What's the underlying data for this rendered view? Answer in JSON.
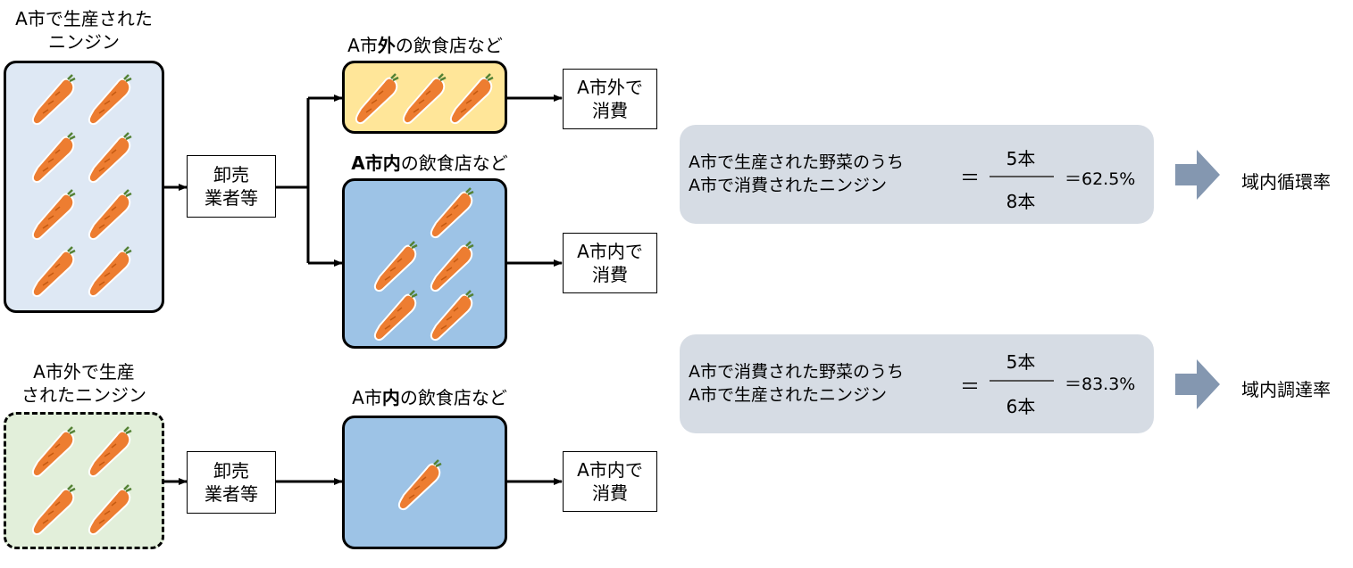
{
  "captions": {
    "a_city_carrots_l1": "A市で生産された",
    "a_city_carrots_l2": "ニンジン",
    "outside_carrots_l1": "A市外で生産",
    "outside_carrots_l2": "されたニンジン",
    "rest_outside_pre": "A市",
    "rest_outside_bold": "外",
    "rest_outside_post": "の飲食店など",
    "rest_inside_bold": "A市内",
    "rest_inside_post": "の飲食店など",
    "rest_inside2_pre": "A市",
    "rest_inside2_bold": "内",
    "rest_inside2_post": "の飲食店など"
  },
  "nodes": {
    "wholesaler_l1": "卸売",
    "wholesaler_l2": "業者等",
    "consume_outside_l1": "A市外で",
    "consume_outside_l2": "消費",
    "consume_inside_l1": "A市内で",
    "consume_inside_l2": "消費"
  },
  "formula1": {
    "line1": "A市で生産された野菜のうち",
    "line2": "A市で消費されたニンジン",
    "eq": "＝",
    "numerator": "5本",
    "denominator": "8本",
    "result": "＝62.5%",
    "rate_label": "域内循環率"
  },
  "formula2": {
    "line1": "A市で消費された野菜のうち",
    "line2": "A市で生産されたニンジン",
    "eq": "＝",
    "numerator": "5本",
    "denominator": "6本",
    "result": "＝83.3%",
    "rate_label": "域内調達率"
  },
  "colors": {
    "box_a_city": "#dee8f4",
    "box_outside_restaurant": "#ffe699",
    "box_inside_restaurant": "#9dc3e6",
    "box_outside_carrots": "#e2efda",
    "panel": "#d6dce4",
    "arrow": "#8497b0",
    "carrot": "#ed7d31"
  },
  "icons": {
    "carrot": "carrot-icon",
    "arrow": "block-arrow-right-icon"
  }
}
